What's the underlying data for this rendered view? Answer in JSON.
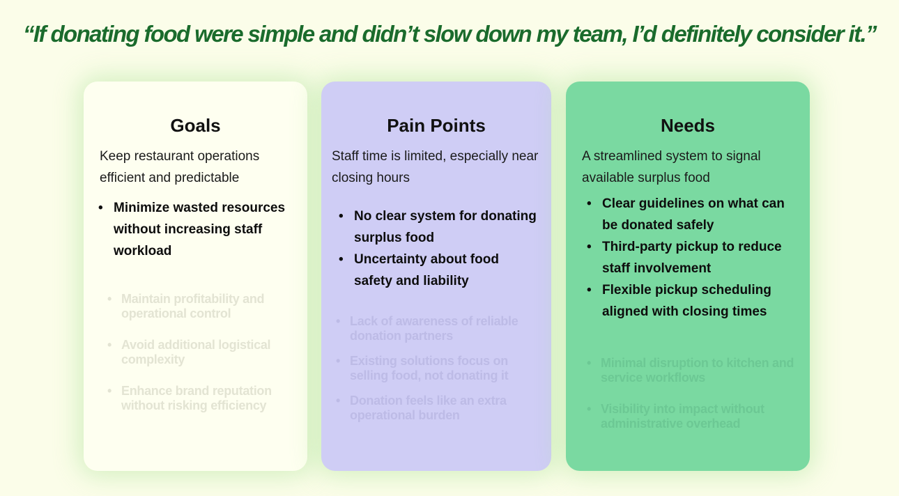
{
  "quote": "“If donating food were simple and didn’t slow down my team, I’d definitely consider it.”",
  "cards": {
    "goals": {
      "title": "Goals",
      "intro": "Keep restaurant operations efficient and predictable",
      "bold_items": [
        "Minimize wasted resources without increasing staff workload"
      ],
      "faded_items": [
        "Maintain profitability and operational control",
        "Avoid additional logistical complexity",
        "Enhance brand reputation without risking efficiency"
      ]
    },
    "pain_points": {
      "title": "Pain Points",
      "intro": "Staff time is limited, especially near closing hours",
      "bold_items": [
        "No clear system for donating surplus food",
        "Uncertainty about food safety and liability"
      ],
      "faded_items": [
        "Lack of awareness of reliable donation partners",
        "Existing solutions focus on selling food, not donating it",
        "Donation feels like an extra operational burden"
      ]
    },
    "needs": {
      "title": "Needs",
      "intro": "A streamlined system to signal available surplus food",
      "bold_items": [
        "Clear guidelines on what can be donated safely",
        "Third-party pickup to reduce staff involvement",
        "Flexible pickup scheduling aligned with closing times"
      ],
      "faded_items": [
        "Minimal disruption to kitchen and service workflows",
        "Visibility into impact without administrative overhead"
      ]
    }
  },
  "colors": {
    "background": "#fbfde9",
    "quote": "#1a6b2c",
    "goals_card": "#fefff0",
    "pain_points_card": "#cfcdf5",
    "needs_card": "#7ad9a1"
  }
}
